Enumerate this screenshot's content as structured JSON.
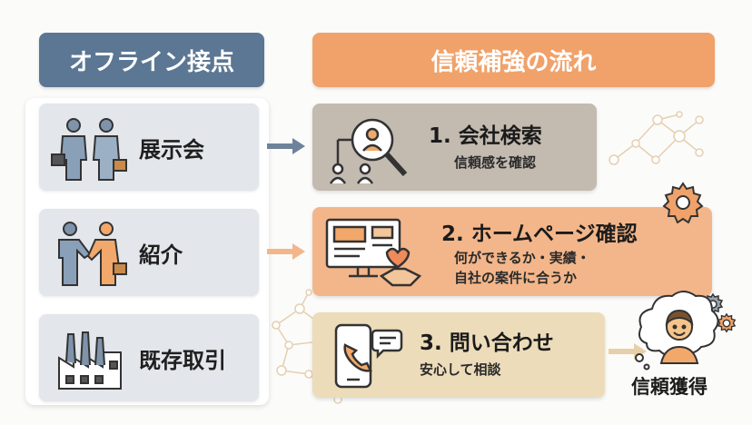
{
  "headers": {
    "left": "オフライン接点",
    "right": "信頼補強の流れ"
  },
  "offline_points": [
    {
      "label": "展示会",
      "icon": "businesspeople-icon"
    },
    {
      "label": "紹介",
      "icon": "handshake-people-icon"
    },
    {
      "label": "既存取引",
      "icon": "factory-icon"
    }
  ],
  "steps": [
    {
      "title": "1. 会社検索",
      "sub1": "信頼感を確認",
      "sub2": "",
      "icon": "search-person-icon"
    },
    {
      "title": "2. ホームページ確認",
      "sub1": "何ができるか・実績・",
      "sub2": "自社の案件に合うか",
      "icon": "website-handshake-icon"
    },
    {
      "title": "3. 問い合わせ",
      "sub1": "安心して相談",
      "sub2": "",
      "icon": "phone-chat-icon"
    }
  ],
  "result": {
    "label": "信頼獲得",
    "icon": "happy-person-thought-icon"
  },
  "colors": {
    "left_header": "#5b7793",
    "right_header": "#f0a26a",
    "step1": "#c3bab0",
    "step2": "#f3b68a",
    "step3": "#ecdcb9"
  }
}
